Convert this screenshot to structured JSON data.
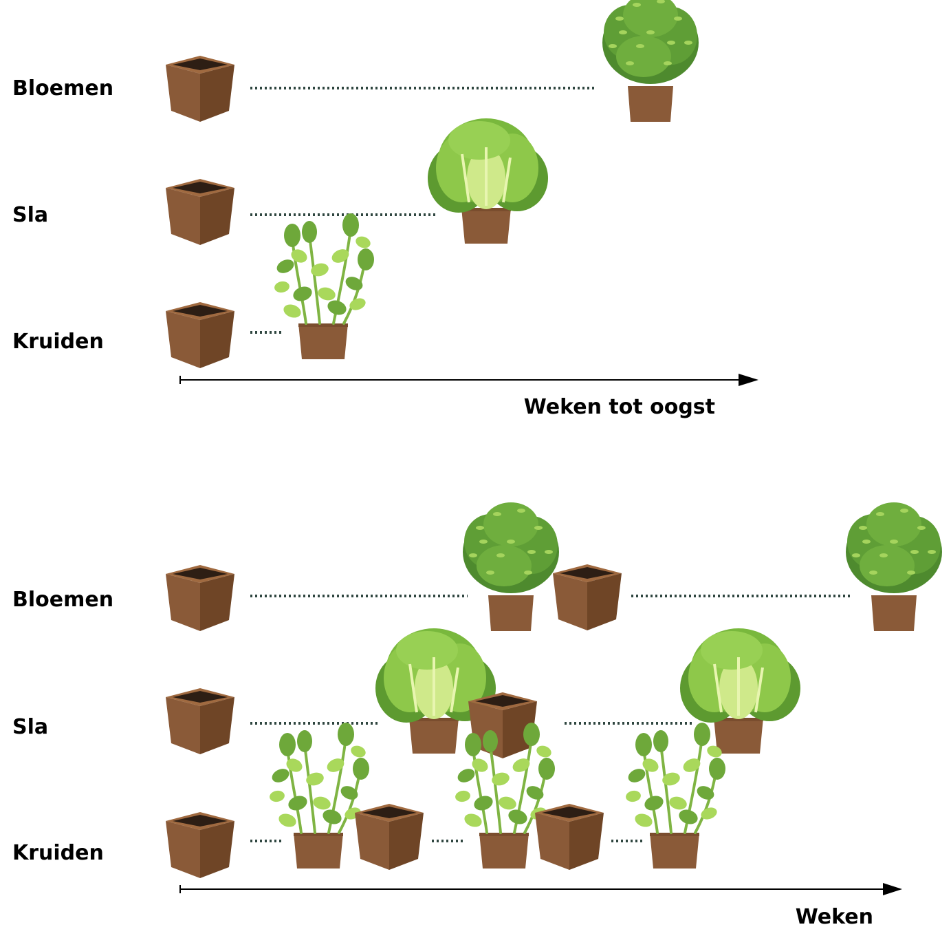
{
  "colors": {
    "pot_front": "#8a5a38",
    "pot_side": "#6f4526",
    "pot_soil": "#2d1e14",
    "dots": "#2f4640",
    "leaf_dark": "#4e8a2e",
    "leaf_mid": "#6ea83a",
    "leaf_light": "#b7df6a",
    "lettuce_light": "#cfe98a",
    "axis": "#000000"
  },
  "diagrams": [
    {
      "rows": [
        {
          "label": "Bloemen",
          "plant": "flower-plant-icon"
        },
        {
          "label": "Sla",
          "plant": "lettuce-icon"
        },
        {
          "label": "Kruiden",
          "plant": "herb-icon"
        }
      ],
      "axis_label": "Weken tot oogst"
    },
    {
      "rows": [
        {
          "label": "Bloemen",
          "plant": "flower-plant-icon"
        },
        {
          "label": "Sla",
          "plant": "lettuce-icon"
        },
        {
          "label": "Kruiden",
          "plant": "herb-icon"
        }
      ],
      "axis_label": "Weken"
    }
  ]
}
